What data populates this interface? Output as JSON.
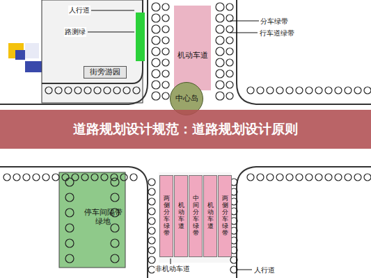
{
  "diagram": {
    "title": "道路规划设计规范：道路规划设计原则",
    "nodes": [
      {
        "text": [
          "机动车道"
        ]
      },
      {
        "text": [
          "街旁游园"
        ]
      },
      {
        "text": [
          "中心岛"
        ]
      },
      {
        "text": [
          "停车间隔带",
          "绿地"
        ]
      },
      {
        "text": [
          "两侧分车绿带"
        ]
      },
      {
        "text": [
          "机动车道"
        ]
      },
      {
        "text": [
          "中间分车绿带"
        ]
      },
      {
        "text": [
          "机动车道"
        ]
      },
      {
        "text": [
          "两侧分车绿带"
        ]
      }
    ],
    "labels": [
      "人行道",
      "路测绿",
      "分车绿带",
      "行车道绿带",
      "非机动车道",
      "人行道"
    ]
  }
}
